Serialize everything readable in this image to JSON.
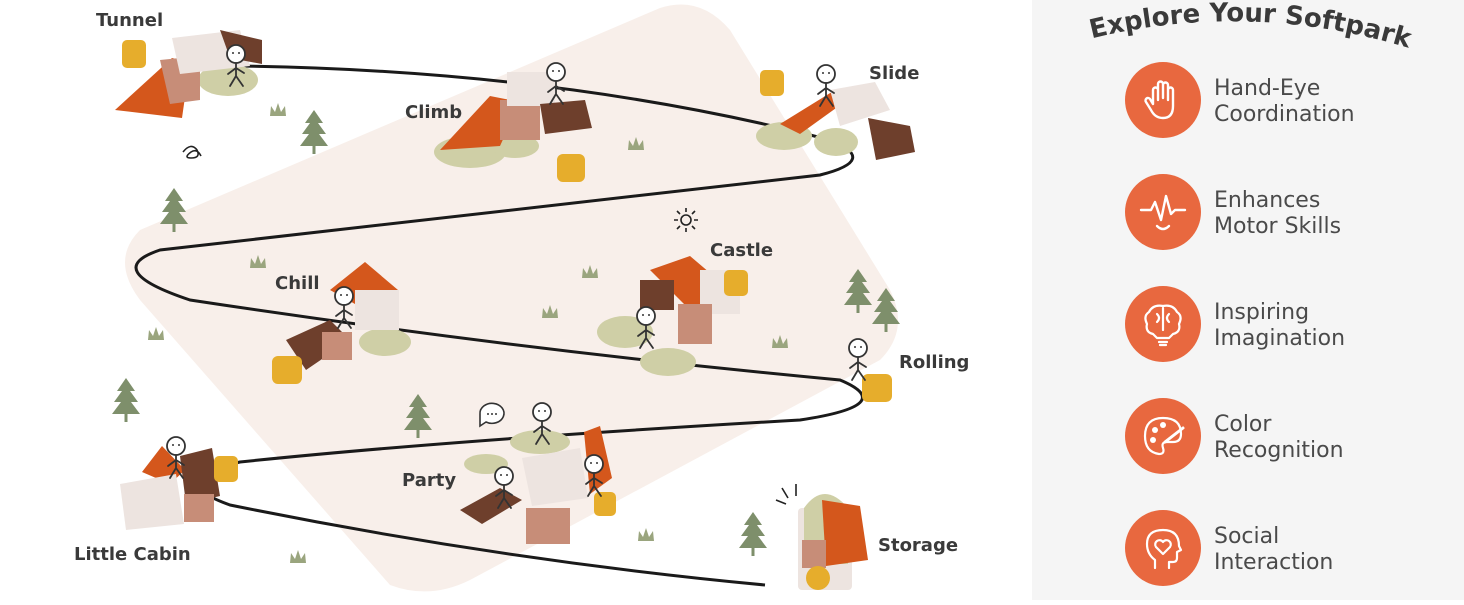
{
  "map": {
    "spots": [
      {
        "id": "tunnel",
        "label": "Tunnel"
      },
      {
        "id": "climb",
        "label": "Climb"
      },
      {
        "id": "slide",
        "label": "Slide"
      },
      {
        "id": "chill",
        "label": "Chill"
      },
      {
        "id": "castle",
        "label": "Castle"
      },
      {
        "id": "rolling",
        "label": "Rolling"
      },
      {
        "id": "party",
        "label": "Party"
      },
      {
        "id": "little-cabin",
        "label": "Little Cabin"
      },
      {
        "id": "storage",
        "label": "Storage"
      }
    ]
  },
  "panel": {
    "title": "Explore Your Softpark",
    "benefits": [
      {
        "icon": "hand-icon",
        "line1": "Hand-Eye",
        "line2": "Coordination"
      },
      {
        "icon": "pulse-smile-icon",
        "line1": "Enhances",
        "line2": "Motor Skills"
      },
      {
        "icon": "brain-bulb-icon",
        "line1": "Inspiring",
        "line2": "Imagination"
      },
      {
        "icon": "palette-icon",
        "line1": "Color",
        "line2": "Recognition"
      },
      {
        "icon": "head-heart-icon",
        "line1": "Social",
        "line2": "Interaction"
      }
    ]
  },
  "colors": {
    "accent": "#e8683f",
    "panel_bg": "#f5f5f5",
    "ground": "#f8efea",
    "tree": "#7e8f6b",
    "mat": "#cfcfa6",
    "block_white": "#ede4e0",
    "block_brown": "#6e3f2c",
    "block_orange": "#d4571c",
    "block_pink": "#c78d78",
    "block_yellow": "#e6ad2c"
  }
}
